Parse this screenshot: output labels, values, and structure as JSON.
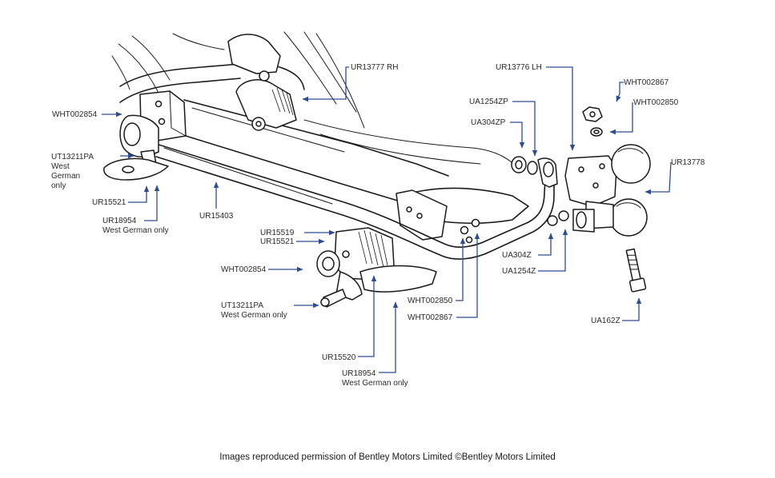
{
  "caption": "Images reproduced permission of Bentley Motors Limited ©Bentley Motors Limited",
  "labels": {
    "wht002854_top": "WHT002854",
    "ut13211pa_left": [
      "UT13211PA",
      "West",
      "German",
      "only"
    ],
    "ur15521_left": "UR15521",
    "ur18954_left": [
      "UR18954",
      "West German only"
    ],
    "ur15403": "UR15403",
    "ur13777": "UR13777 RH",
    "ur13776": "UR13776 LH",
    "ua1254zp": "UA1254ZP",
    "ua304zp": "UA304ZP",
    "wht002867_right": "WHT002867",
    "wht002850_right": "WHT002850",
    "ur13778": "UR13778",
    "ur15519": "UR15519",
    "ur15521_center": "UR15521",
    "wht002854_center": "WHT002854",
    "ut13211pa_center": [
      "UT13211PA",
      "West German only"
    ],
    "ur15520": "UR15520",
    "ur18954_center": [
      "UR18954",
      "West German only"
    ],
    "wht002850_center": "WHT002850",
    "wht002867_center": "WHT002867",
    "ua304z": "UA304Z",
    "ua1254z": "UA1254Z",
    "ua162z": "UA162Z"
  },
  "colors": {
    "leader": "#2e4d8f",
    "ink": "#1a1a1a",
    "text": "#2a2a2a"
  }
}
